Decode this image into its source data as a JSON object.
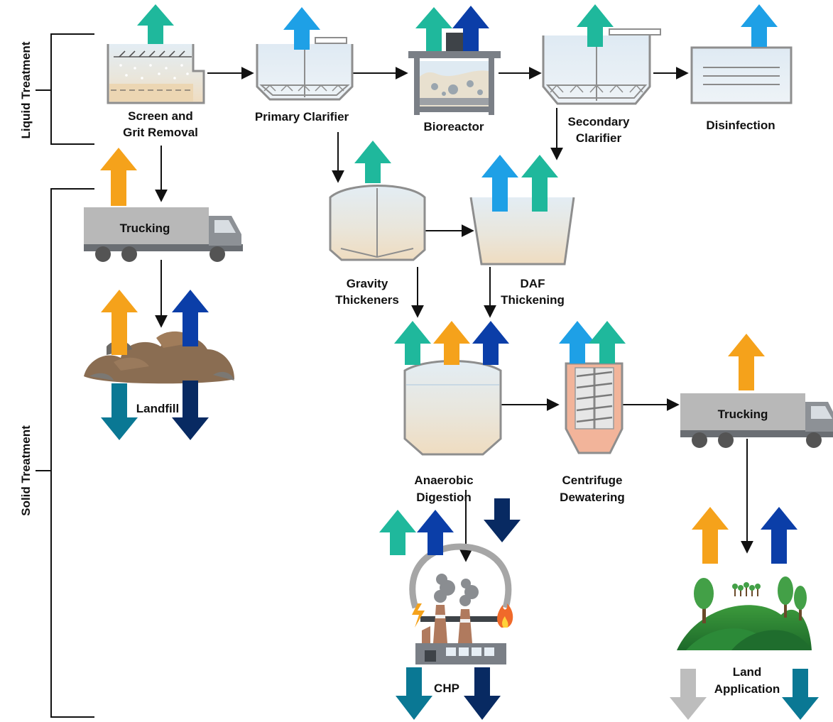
{
  "sections": {
    "liquid": "Liquid Treatment",
    "solid": "Solid Treatment"
  },
  "units": {
    "screen_grit": [
      "Screen and",
      "Grit Removal"
    ],
    "primary_clarifier": "Primary Clarifier",
    "bioreactor": "Bioreactor",
    "secondary_clarifier": [
      "Secondary",
      "Clarifier"
    ],
    "disinfection": "Disinfection",
    "trucking_1": "Trucking",
    "landfill": "Landfill",
    "gravity_thickeners": [
      "Gravity",
      "Thickeners"
    ],
    "daf": [
      "DAF",
      "Thickening"
    ],
    "anaerobic_digestion": [
      "Anaerobic",
      "Digestion"
    ],
    "centrifuge": [
      "Centrifuge",
      "Dewatering"
    ],
    "trucking_2": "Trucking",
    "chp": "CHP",
    "land_application": [
      "Land",
      "Application"
    ]
  },
  "colors": {
    "arrow_teal": "#1fb89c",
    "arrow_blue": "#1ea0e6",
    "arrow_navy": "#0b3ea8",
    "arrow_orange": "#f5a21b",
    "arrow_dark_teal": "#0a7894",
    "arrow_dark_navy": "#082a62",
    "arrow_gray": "#bdbdbd",
    "tank_stroke": "#9a9a9a",
    "liquid_top": "#dfeaf2",
    "sludge": "#f1dfc2",
    "truck_body": "#b8b8b8"
  }
}
